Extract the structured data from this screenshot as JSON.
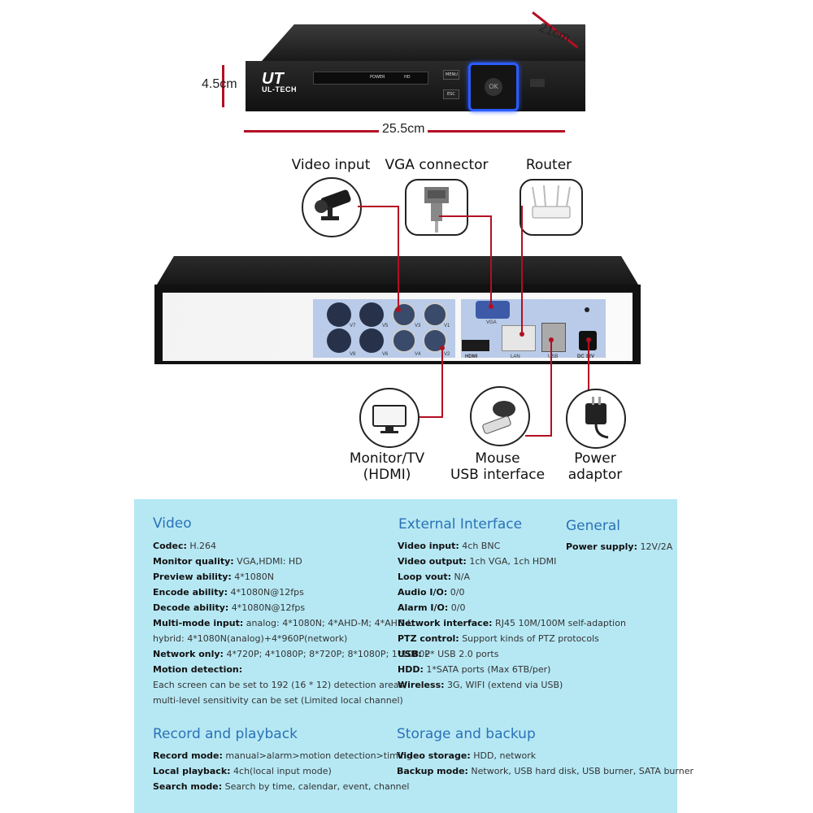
{
  "dimensions": {
    "height": "4.5cm",
    "depth": "21cm",
    "width": "25.5cm"
  },
  "front": {
    "brand_logo": "UT",
    "brand_name": "UL-TECH",
    "power": "POWER",
    "hdd": "HD",
    "menu": "MENU",
    "esc": "ESC",
    "ok": "OK"
  },
  "labels": {
    "video_input": "Video input",
    "vga_connector": "VGA connector",
    "router": "Router",
    "monitor_line1": "Monitor/TV",
    "monitor_line2": "(HDMI)",
    "mouse_line1": "Mouse",
    "mouse_line2": "USB interface",
    "power_line1": "Power",
    "power_line2": "adaptor"
  },
  "ports": {
    "v7": "V7",
    "v5": "V5",
    "v3": "V3",
    "v1": "V1",
    "v8": "V8",
    "v6": "V6",
    "v4": "V4",
    "v2": "V2",
    "vga": "VGA",
    "hdmi": "HDMI",
    "lan": "LAN",
    "usb": "USB",
    "dc": "DC 12V"
  },
  "specs": {
    "video": {
      "title": "Video",
      "rows": [
        {
          "k": "Codec:",
          "v": " H.264"
        },
        {
          "k": "Monitor quality:",
          "v": " VGA,HDMI: HD"
        },
        {
          "k": "Preview ability:",
          "v": " 4*1080N"
        },
        {
          "k": "Encode ability:",
          "v": " 4*1080N@12fps"
        },
        {
          "k": "Decode ability:",
          "v": " 4*1080N@12fps"
        },
        {
          "k": "Multi-mode input:",
          "v": " analog: 4*1080N; 4*AHD-M; 4*AHD-L"
        },
        {
          "k": "",
          "v": "hybrid: 4*1080N(analog)+4*960P(network)"
        },
        {
          "k": "Network only:",
          "v": " 4*720P; 4*1080P; 8*720P; 8*1080P; 1*1080P"
        },
        {
          "k": "Motion detection:",
          "v": ""
        },
        {
          "k": "",
          "v": "Each screen can be set to 192 (16 * 12) detection areas;"
        },
        {
          "k": "",
          "v": "multi-level sensitivity can be set (Limited local channel)"
        }
      ]
    },
    "external": {
      "title": "External Interface",
      "rows": [
        {
          "k": "Video input:",
          "v": " 4ch BNC"
        },
        {
          "k": "Video output:",
          "v": " 1ch VGA, 1ch HDMI"
        },
        {
          "k": "Loop vout:",
          "v": " N/A"
        },
        {
          "k": "Audio I/O:",
          "v": " 0/0"
        },
        {
          "k": "Alarm I/O:",
          "v": " 0/0"
        },
        {
          "k": "Network interface:",
          "v": " RJ45 10M/100M self-adaption"
        },
        {
          "k": "PTZ control:",
          "v": " Support kinds of PTZ protocols"
        },
        {
          "k": "USB:",
          "v": " 2* USB 2.0 ports"
        },
        {
          "k": "HDD:",
          "v": " 1*SATA ports (Max 6TB/per)"
        },
        {
          "k": "Wireless:",
          "v": " 3G, WIFI (extend via USB)"
        }
      ]
    },
    "general": {
      "title": "General",
      "rows": [
        {
          "k": "Power supply:",
          "v": " 12V/2A"
        }
      ]
    },
    "record": {
      "title": "Record and playback",
      "rows": [
        {
          "k": "Record mode:",
          "v": " manual>alarm>motion detection>timing"
        },
        {
          "k": "Local playback:",
          "v": " 4ch(local input mode)"
        },
        {
          "k": "Search mode:",
          "v": " Search by time, calendar, event, channel"
        }
      ]
    },
    "storage": {
      "title": "Storage and backup",
      "rows": [
        {
          "k": "Video storage:",
          "v": " HDD, network"
        },
        {
          "k": "Backup mode:",
          "v": " Network, USB hard disk, USB burner, SATA burner"
        }
      ]
    }
  }
}
